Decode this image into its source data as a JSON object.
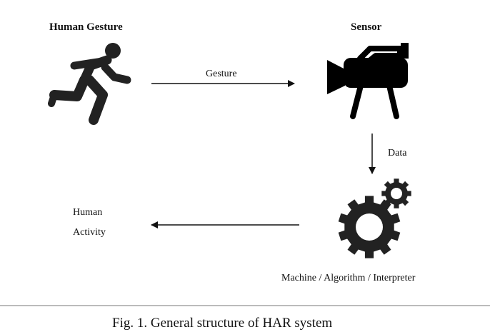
{
  "nodes": {
    "gesture_source": {
      "label": "Human Gesture",
      "icon": "running-person-icon"
    },
    "sensor": {
      "label": "Sensor",
      "icon": "video-camera-icon"
    },
    "machine": {
      "label": "Machine / Algorithm / Interpreter",
      "icon": "gears-icon"
    },
    "output": {
      "label_line1": "Human",
      "label_line2": "Activity"
    }
  },
  "edges": {
    "gesture": "Gesture",
    "data": "Data"
  },
  "caption": "Fig. 1.  General structure of HAR system",
  "colors": {
    "ink": "#111111",
    "rule": "#777777"
  }
}
